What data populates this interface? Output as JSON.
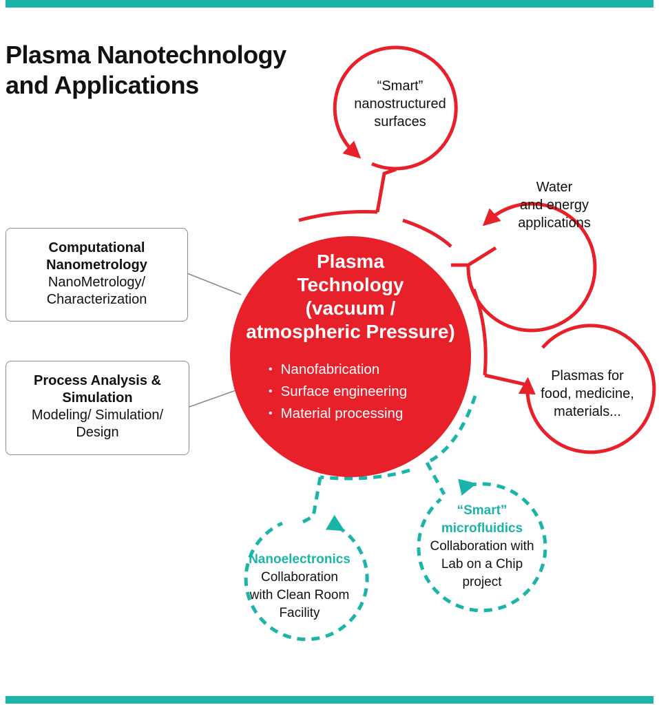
{
  "title": {
    "line1": "Plasma Nanotechnology",
    "line2": "and Applications"
  },
  "center": {
    "title_lines": [
      "Plasma",
      "Technology",
      "(vacuum /",
      "atmospheric Pressure)"
    ],
    "bullets": [
      "Nanofabrication",
      "Surface engineering",
      "Material processing"
    ]
  },
  "left_boxes": [
    {
      "bold_lines": [
        "Computational",
        "Nanometrology"
      ],
      "lines": [
        "NanoMetrology/",
        "Characterization"
      ]
    },
    {
      "bold_lines": [
        "Process Analysis &",
        "Simulation"
      ],
      "lines": [
        "Modeling/ Simulation/",
        "Design"
      ]
    }
  ],
  "red_circles": [
    {
      "lines": [
        "“Smart”",
        "nanostructured",
        "surfaces"
      ]
    },
    {
      "lines": [
        "Water",
        "and energy",
        "applications"
      ]
    },
    {
      "lines": [
        "Plasmas for",
        "food, medicine,",
        "materials..."
      ]
    }
  ],
  "teal_circles": [
    {
      "highlight": "Nanoelectronics",
      "lines": [
        "Collaboration",
        "with Clean Room",
        "Facility"
      ]
    },
    {
      "highlight_lines": [
        "“Smart”",
        "microfluidics"
      ],
      "lines": [
        "Collaboration with",
        "Lab on a Chip",
        "project"
      ]
    }
  ],
  "colors": {
    "red": "#e8202a",
    "teal": "#1ab5a8",
    "box_border": "#8a8a8a",
    "text": "#111111"
  }
}
